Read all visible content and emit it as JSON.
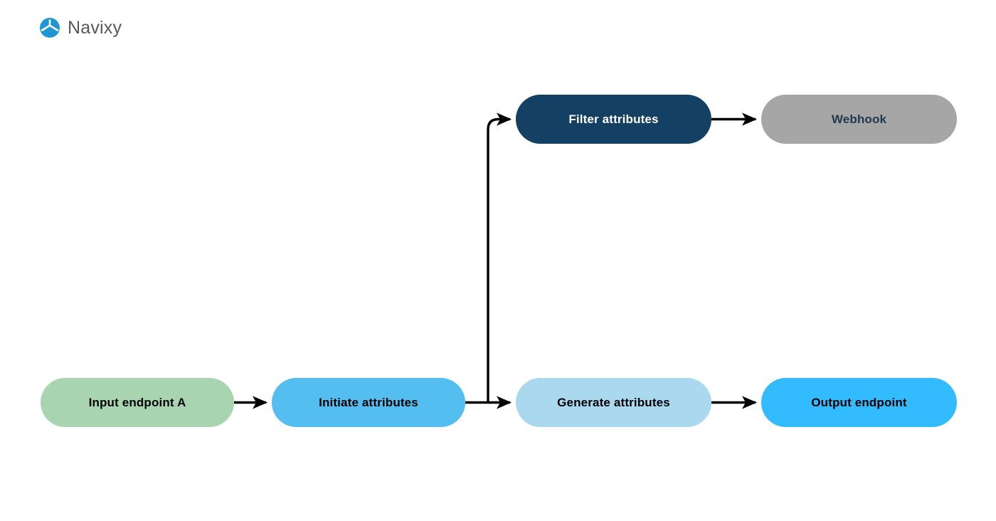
{
  "brand": {
    "name": "Navixy",
    "mark_icon": "navixy-logo-icon",
    "mark_color": "#2196D4",
    "word_color": "#58585a"
  },
  "diagram": {
    "type": "flowchart",
    "background": "#ffffff",
    "edge_color": "#000000",
    "nodes": [
      {
        "id": "input-endpoint-a",
        "label": "Input endpoint A",
        "fill": "#a8d5b0",
        "text_color": "#000000",
        "row": "bottom",
        "column": 1
      },
      {
        "id": "initiate-attributes",
        "label": "Initiate attributes",
        "fill": "#55bef0",
        "text_color": "#000000",
        "row": "bottom",
        "column": 2
      },
      {
        "id": "generate-attributes",
        "label": "Generate attributes",
        "fill": "#a9d8ef",
        "text_color": "#000000",
        "row": "bottom",
        "column": 3
      },
      {
        "id": "output-endpoint",
        "label": "Output endpoint",
        "fill": "#33bbff",
        "text_color": "#000000",
        "row": "bottom",
        "column": 4
      },
      {
        "id": "filter-attributes",
        "label": "Filter attributes",
        "fill": "#134063",
        "text_color": "#ffffff",
        "row": "top",
        "column": 3
      },
      {
        "id": "webhook",
        "label": "Webhook",
        "fill": "#a6a6a6",
        "text_color": "#20384d",
        "row": "top",
        "column": 4
      }
    ],
    "edges": [
      {
        "id": "edge-input-to-initiate",
        "from": "input-endpoint-a",
        "to": "initiate-attributes",
        "arrow": true
      },
      {
        "id": "edge-initiate-to-generate",
        "from": "initiate-attributes",
        "to": "generate-attributes",
        "arrow": true
      },
      {
        "id": "edge-initiate-to-filter",
        "from": "initiate-attributes",
        "to": "filter-attributes",
        "arrow": true
      },
      {
        "id": "edge-generate-to-output",
        "from": "generate-attributes",
        "to": "output-endpoint",
        "arrow": true
      },
      {
        "id": "edge-filter-to-webhook",
        "from": "filter-attributes",
        "to": "webhook",
        "arrow": true
      }
    ]
  }
}
